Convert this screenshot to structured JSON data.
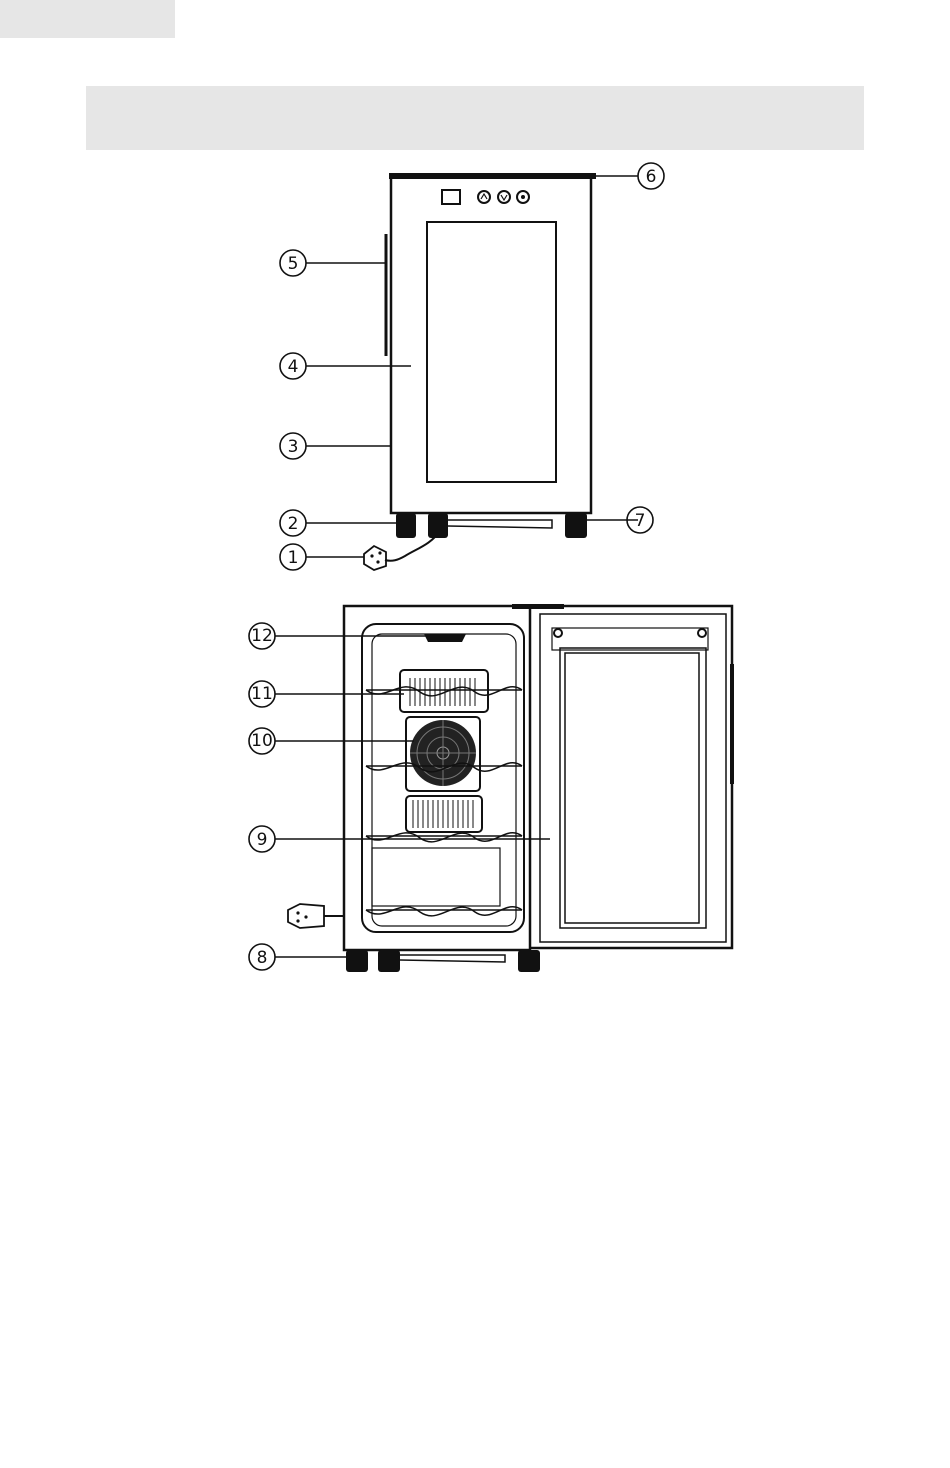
{
  "diagram": {
    "callouts_front": [
      "1",
      "2",
      "3",
      "4",
      "5",
      "6",
      "7"
    ],
    "callouts_open": [
      "8",
      "9",
      "10",
      "11",
      "12"
    ]
  },
  "colors": {
    "header_band": "#e6e6e6",
    "line": "#111111"
  }
}
